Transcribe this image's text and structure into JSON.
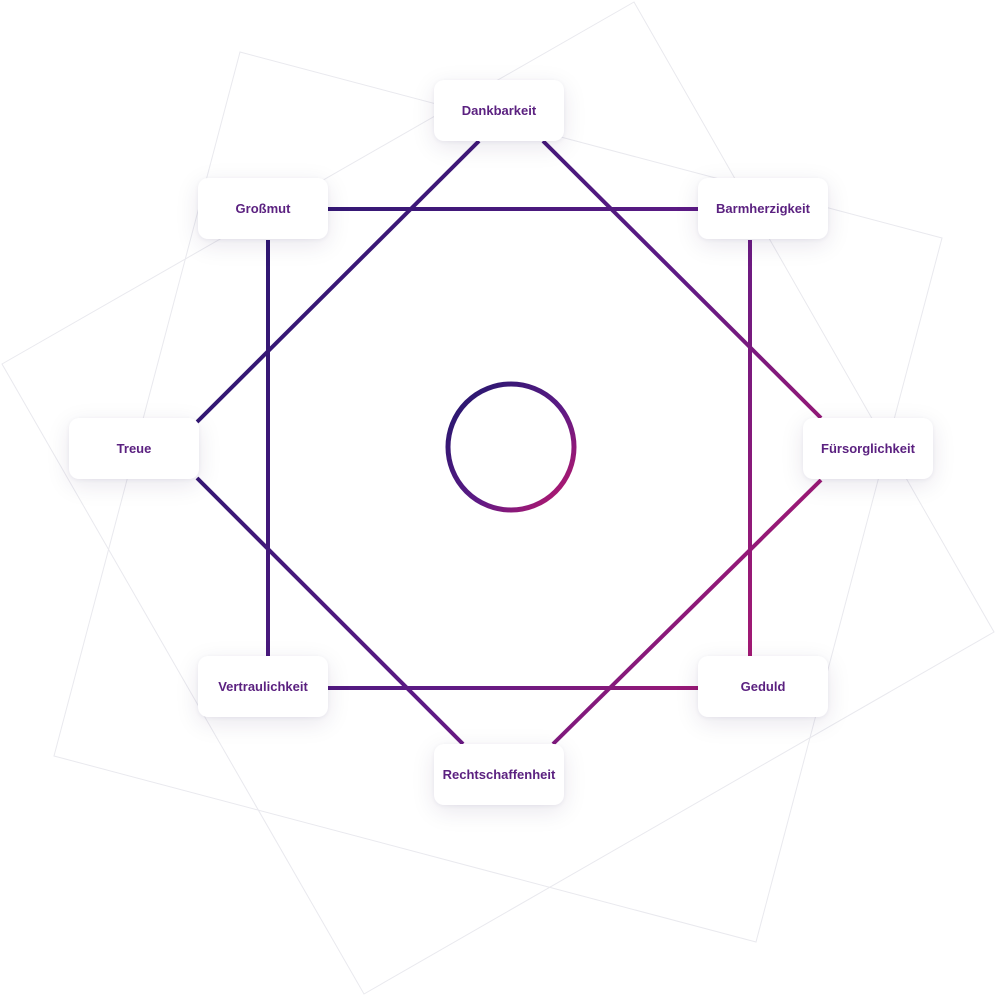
{
  "diagram": {
    "nodes": [
      {
        "id": "dankbarkeit",
        "label": "Dankbarkeit"
      },
      {
        "id": "barmherzigkeit",
        "label": "Barmherzigkeit"
      },
      {
        "id": "fuersorglichkeit",
        "label": "Fürsorglichkeit"
      },
      {
        "id": "geduld",
        "label": "Geduld"
      },
      {
        "id": "rechtschaffenheit",
        "label": "Rechtschaffenheit"
      },
      {
        "id": "vertraulichkeit",
        "label": "Vertraulichkeit"
      },
      {
        "id": "treue",
        "label": "Treue"
      },
      {
        "id": "grossmut",
        "label": "Großmut"
      }
    ],
    "colors": {
      "gradient_start": "#26176e",
      "gradient_mid": "#5e1a85",
      "gradient_end": "#c2186b",
      "label_text": "#5b2180",
      "background_square": "#e9e9ee"
    }
  }
}
